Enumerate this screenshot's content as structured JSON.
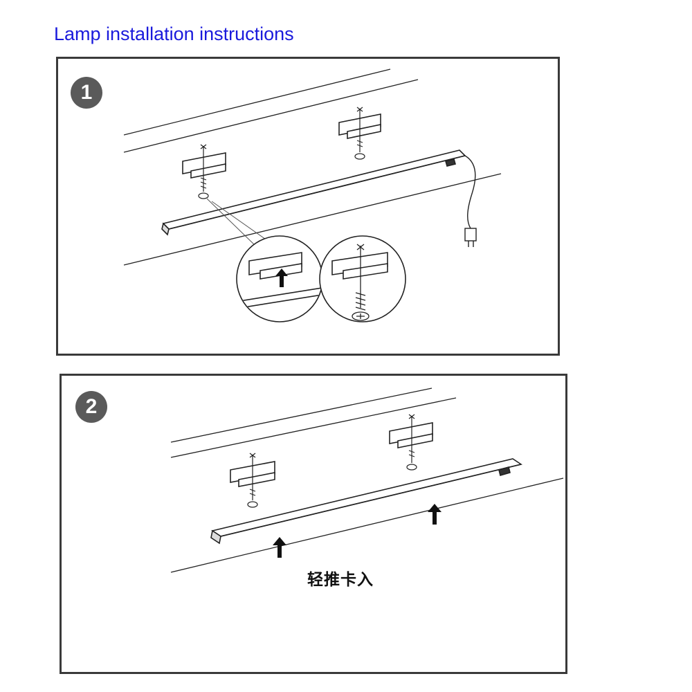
{
  "title": "Lamp installation instructions",
  "steps": [
    {
      "number": "1"
    },
    {
      "number": "2",
      "caption": "轻推卡入"
    }
  ],
  "colors": {
    "title": "#1a1adc",
    "line": "#222222",
    "badge": "#5a5a5a",
    "frame": "#3a3a3a"
  },
  "icons": [
    "mounting-clip-icon",
    "screw-icon",
    "arrow-up-icon",
    "power-plug-icon"
  ]
}
